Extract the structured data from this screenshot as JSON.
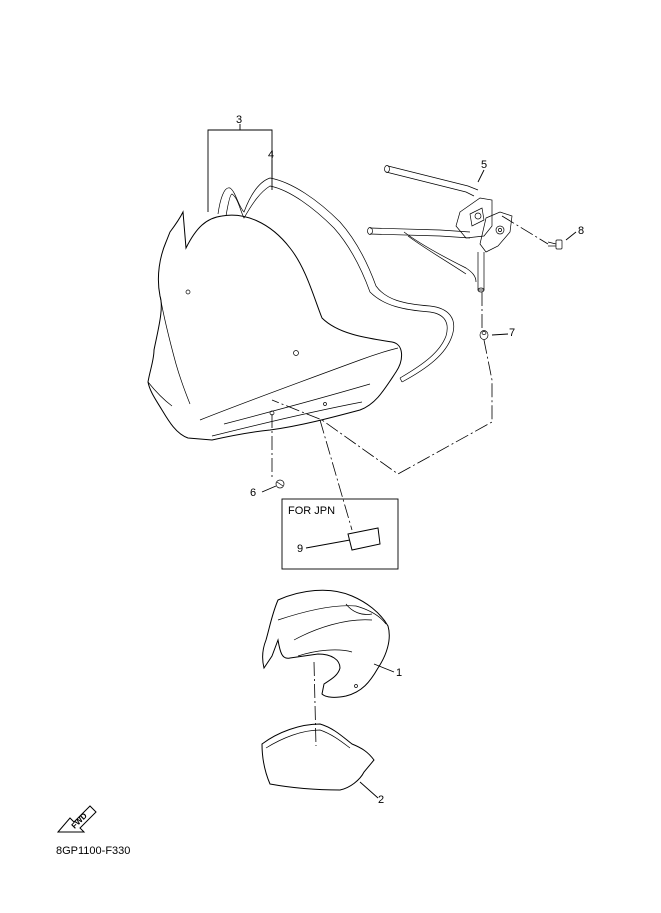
{
  "diagram": {
    "reference_code": "8GP1100-F330",
    "fwd_label": "FWD",
    "jpn_box_title": "FOR JPN",
    "callouts": [
      {
        "id": "1",
        "label": "1"
      },
      {
        "id": "2",
        "label": "2"
      },
      {
        "id": "3",
        "label": "3"
      },
      {
        "id": "4",
        "label": "4"
      },
      {
        "id": "5",
        "label": "5"
      },
      {
        "id": "6",
        "label": "6"
      },
      {
        "id": "7",
        "label": "7"
      },
      {
        "id": "8",
        "label": "8"
      },
      {
        "id": "9",
        "label": "9"
      }
    ]
  }
}
